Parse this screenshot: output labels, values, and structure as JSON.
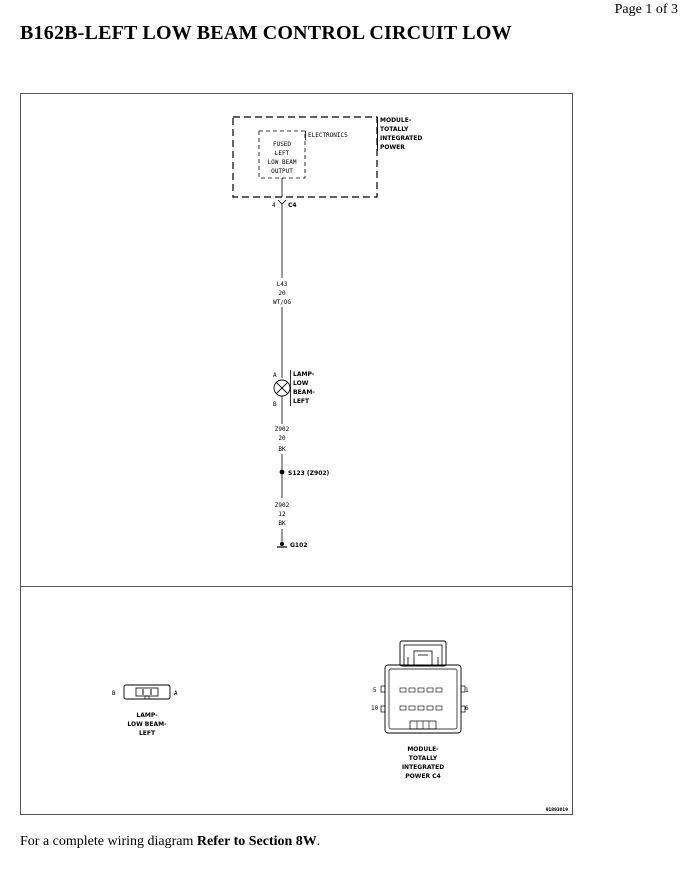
{
  "page_indicator": "Page 1 of 3",
  "title": "B162B-LEFT LOW BEAM CONTROL CIRCUIT LOW",
  "schematic": {
    "module_label": [
      "MODULE-",
      "TOTALLY",
      "INTEGRATED",
      "POWER"
    ],
    "electronics_label": "ELECTRONICS",
    "fused_output_label": [
      "FUSED",
      "LEFT",
      "LOW BEAM",
      "OUTPUT"
    ],
    "module_pin": "4",
    "module_connector": "C4",
    "wire_1": [
      "L43",
      "20",
      "WT/OG"
    ],
    "lamp_pin_a": "A",
    "lamp_pin_b": "B",
    "lamp_label": [
      "LAMP-",
      "LOW",
      "BEAM-",
      "LEFT"
    ],
    "wire_2": [
      "Z902",
      "20",
      "BK"
    ],
    "splice_label": "S123 (Z902)",
    "wire_3": [
      "Z902",
      "12",
      "BK"
    ],
    "ground_label": "G102"
  },
  "connectors": {
    "lamp_pin_b": "B",
    "lamp_pin_a": "A",
    "lamp_label": [
      "LAMP-",
      "LOW BEAM-",
      "LEFT"
    ],
    "module_pin_5": "5",
    "module_pin_1": "1",
    "module_pin_10": "10",
    "module_pin_6": "6",
    "module_label": [
      "MODULE-",
      "TOTALLY",
      "INTEGRATED",
      "POWER C4"
    ],
    "figure_id": "91893019"
  },
  "footer": {
    "prefix": "For a complete wiring diagram ",
    "link": "Refer to Section 8W",
    "suffix": "."
  }
}
